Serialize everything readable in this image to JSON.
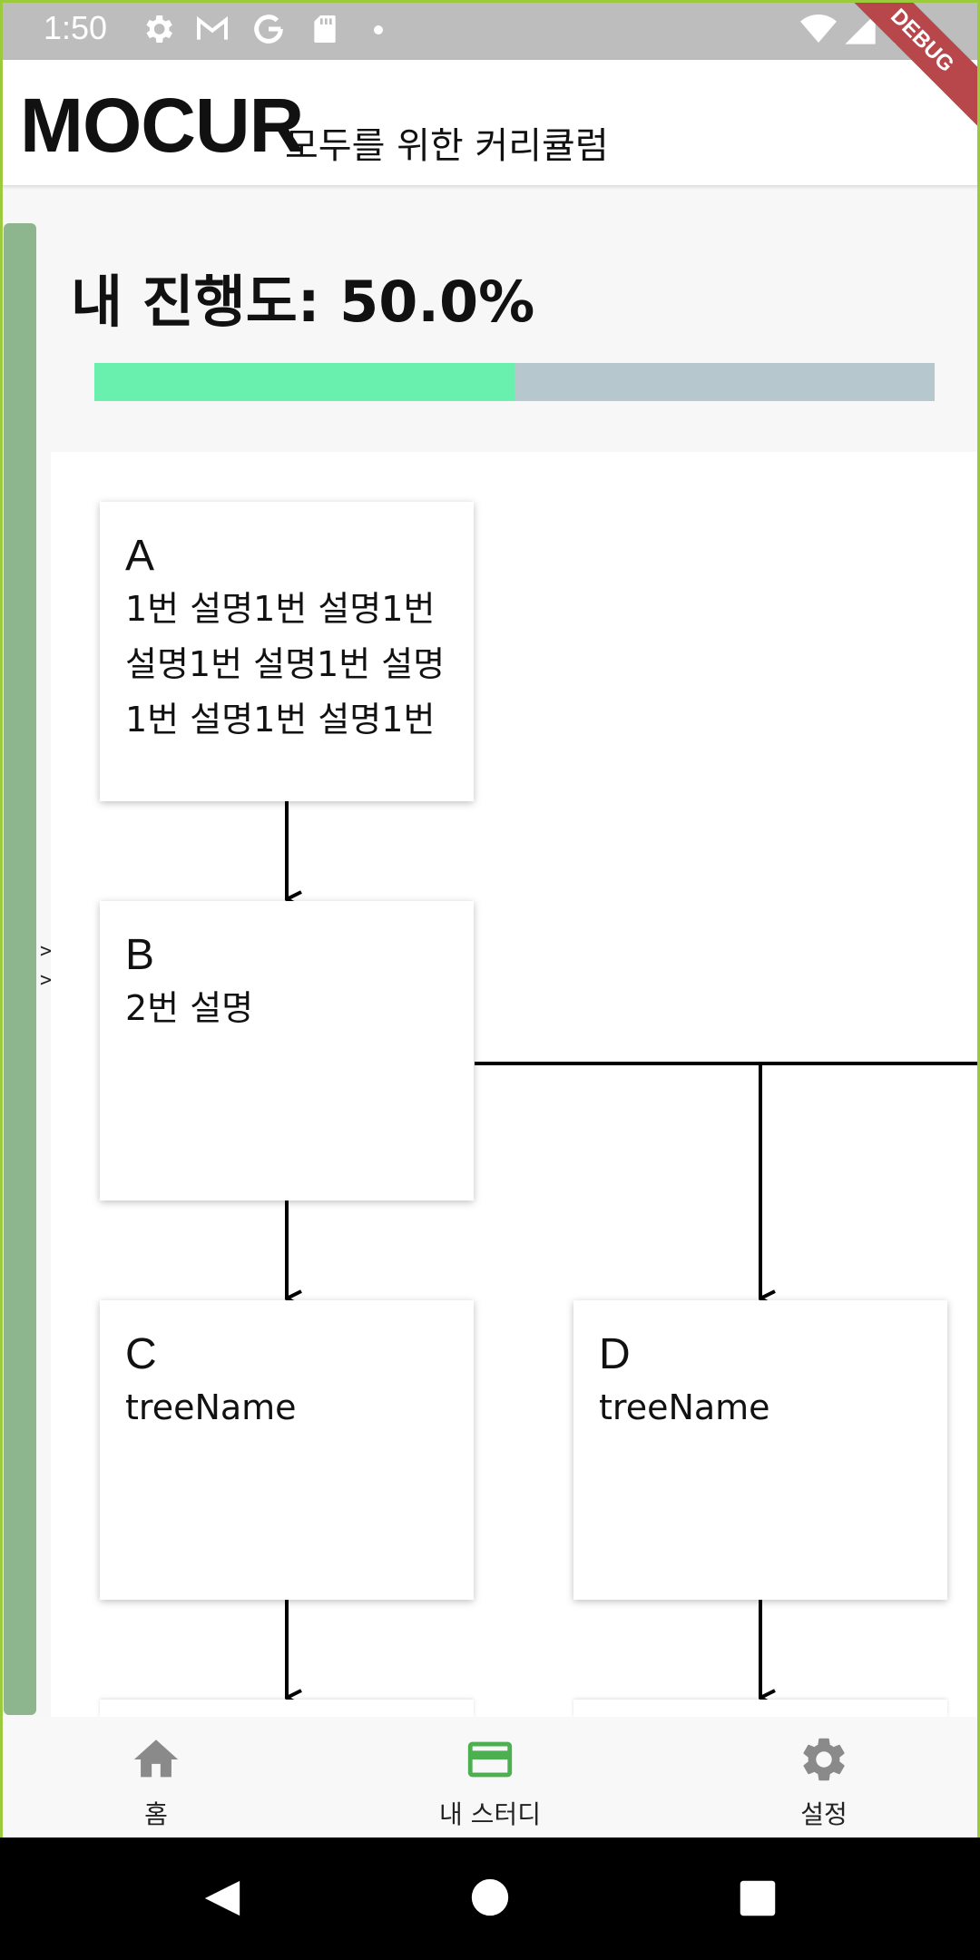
{
  "status_bar": {
    "time": "1:50",
    "icons": [
      "settings-icon",
      "gmail-icon",
      "google-icon",
      "sd-card-icon",
      "notification-dot",
      "wifi-icon",
      "signal-icon",
      "battery-icon"
    ]
  },
  "debug_banner": "DEBUG",
  "app_bar": {
    "title": "MOCUR",
    "subtitle": "모두를 위한 커리큘럼"
  },
  "progress": {
    "label": "내 진행도: 50.0%",
    "value": 0.5,
    "fill_color": "#69f0ae",
    "track_color": "#b6c8ce"
  },
  "drawer_handle": {
    "arrows": [
      ">",
      ">"
    ],
    "color": "#8db68f"
  },
  "tree": {
    "nodes": [
      {
        "name": "A",
        "description": "1번 설명1번 설명1번 설명1번 설명1번 설명1번 설명1번 설명1번 설명1번 설명1번"
      },
      {
        "name": "B",
        "description": "2번 설명"
      },
      {
        "name": "C",
        "description": "treeName"
      },
      {
        "name": "D",
        "description": "treeName"
      }
    ]
  },
  "bottom_nav": {
    "items": [
      {
        "label": "홈",
        "icon": "home-icon",
        "active": false
      },
      {
        "label": "내 스터디",
        "icon": "credit-card-icon",
        "active": true
      },
      {
        "label": "설정",
        "icon": "gear-icon",
        "active": false
      }
    ],
    "active_color": "#4caf50",
    "inactive_color": "#8a8a8a"
  },
  "system_nav": [
    "back-icon",
    "home-circle-icon",
    "recents-icon"
  ]
}
